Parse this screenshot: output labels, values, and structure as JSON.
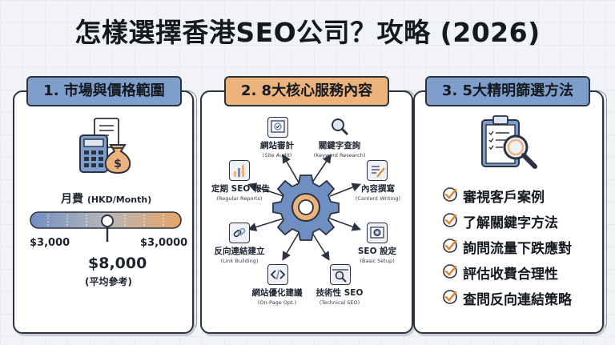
{
  "title": "怎樣選擇香港SEO公司？攻略 (2026)",
  "colors": {
    "blue": "#7e9fcc",
    "orange": "#ecb37c",
    "dark": "#2b3340",
    "check": "#e08a3a"
  },
  "panel1": {
    "tag": "1. 市場與價格範圍",
    "label_main": "月費",
    "label_unit": "(HKD/Month)",
    "min_label": "$3,000",
    "max_label": "$3,0000",
    "avg_value": "$8,000",
    "avg_note": "(平均參考)",
    "icons": [
      "calculator-icon",
      "money-bag-icon",
      "document-icon"
    ]
  },
  "panel2": {
    "tag": "2. 8大核心服務內容",
    "center_icon": "gear-icon",
    "services": [
      {
        "name": "網站審計",
        "en": "(Site Audit)",
        "icon": "checklist-icon"
      },
      {
        "name": "關鍵字查詢",
        "en": "(Keyword Research)",
        "icon": "magnifier-icon"
      },
      {
        "name": "定期 SEO 報告",
        "en": "(Regular Reports)",
        "icon": "report-icon"
      },
      {
        "name": "內容撰寫",
        "en": "(Content Writing)",
        "icon": "writing-icon"
      },
      {
        "name": "反向連結建立",
        "en": "(Link Building)",
        "icon": "link-icon"
      },
      {
        "name": "SEO 設定",
        "en": "(Basic Setup)",
        "icon": "settings-icon"
      },
      {
        "name": "網站優化建議",
        "en": "(On-Page Opt.)",
        "icon": "code-icon"
      },
      {
        "name": "技術性 SEO",
        "en": "(Technical SEO)",
        "icon": "browser-search-icon"
      }
    ]
  },
  "panel3": {
    "tag": "3. 5大精明篩選方法",
    "icon": "clipboard-magnifier-icon",
    "items": [
      "審視客戶案例",
      "了解關鍵字方法",
      "詢問流量下跌應對",
      "評估收費合理性",
      "查問反向連結策略"
    ]
  }
}
